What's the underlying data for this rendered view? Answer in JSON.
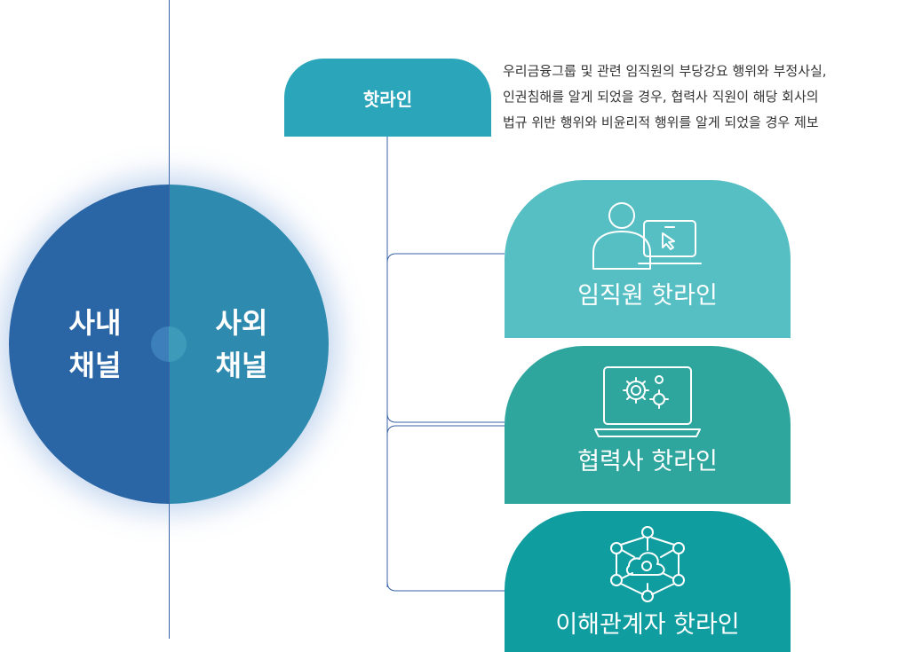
{
  "circle": {
    "left_label_line1": "사내",
    "left_label_line2": "채널",
    "right_label_line1": "사외",
    "right_label_line2": "채널"
  },
  "hotline": {
    "title": "핫라인",
    "description_lines": [
      "우리금융그룹 및 관련 임직원의 부당강요 행위와 부정사실,",
      "인권침해를 알게 되었을 경우, 협력사 직원이 해당 회사의",
      "법규 위반 행위와 비윤리적 행위를 알게 되었을 경우 제보"
    ]
  },
  "cards": [
    {
      "label": "임직원 핫라인",
      "icon": "person-laptop-icon"
    },
    {
      "label": "협력사 핫라인",
      "icon": "laptop-gears-icon"
    },
    {
      "label": "이해관계자 핫라인",
      "icon": "network-cloud-icon"
    }
  ],
  "colors": {
    "circle_left": "#2a66a6",
    "circle_right": "#2e8aae",
    "hotline_tab": "#2ba5b9",
    "card_1": "#56bfc4",
    "card_2": "#2ea59d",
    "card_3": "#0f9da0",
    "divider_line": "#3a62a8"
  }
}
